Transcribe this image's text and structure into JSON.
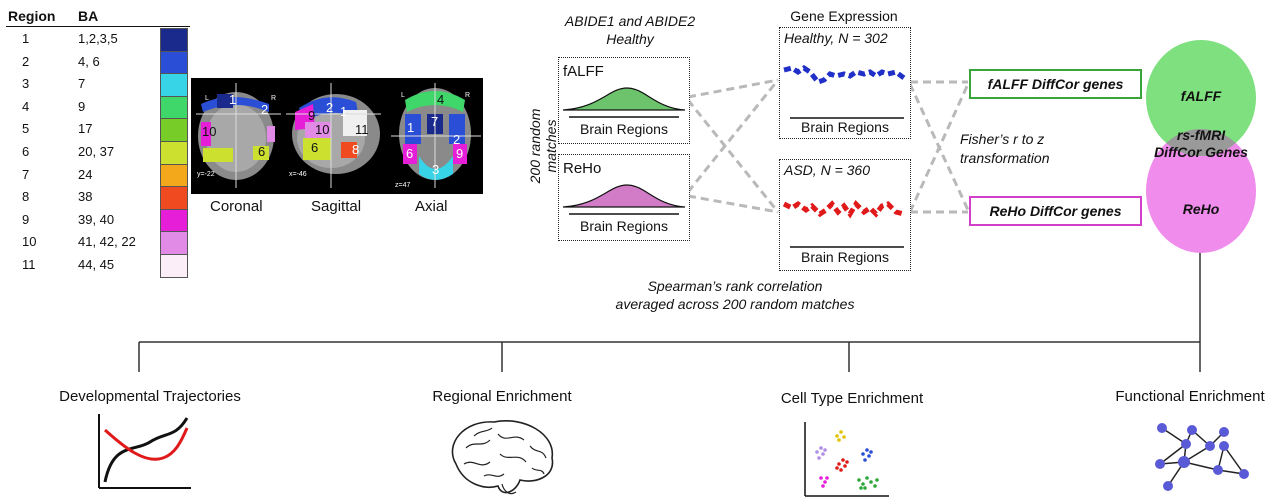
{
  "region_table": {
    "header_region": "Region",
    "header_ba": "BA",
    "rows": [
      {
        "region": "1",
        "ba": "1,2,3,5",
        "color": "#1a2a8c"
      },
      {
        "region": "2",
        "ba": "4, 6",
        "color": "#2a4fd6"
      },
      {
        "region": "3",
        "ba": "7",
        "color": "#36d4e6"
      },
      {
        "region": "4",
        "ba": "9",
        "color": "#3fd66a"
      },
      {
        "region": "5",
        "ba": "17",
        "color": "#78cc28"
      },
      {
        "region": "6",
        "ba": "20, 37",
        "color": "#cce030"
      },
      {
        "region": "7",
        "ba": "24",
        "color": "#f2a81a"
      },
      {
        "region": "8",
        "ba": "38",
        "color": "#ef4a20"
      },
      {
        "region": "9",
        "ba": "39, 40",
        "color": "#e61ed8"
      },
      {
        "region": "10",
        "ba": "41, 42, 22",
        "color": "#e28be6"
      },
      {
        "region": "11",
        "ba": "44, 45",
        "color": "#fbeef8"
      }
    ]
  },
  "brain_views": {
    "coronal": {
      "label": "Coronal",
      "coord": "y=-22",
      "orient_l": "L",
      "orient_r": "R",
      "numbers": [
        "1",
        "2",
        "10",
        "6"
      ]
    },
    "sagittal": {
      "label": "Sagittal",
      "coord": "x=-46",
      "numbers": [
        "9",
        "2",
        "1",
        "10",
        "11",
        "6",
        "8"
      ]
    },
    "axial": {
      "label": "Axial",
      "coord": "z=47",
      "orient_l": "L",
      "orient_r": "R",
      "numbers": [
        "4",
        "7",
        "1",
        "2",
        "6",
        "9",
        "3"
      ]
    }
  },
  "abide": {
    "line1": "ABIDE1 and ABIDE2",
    "line2": "Healthy"
  },
  "random_matches_label": "200 random matches",
  "falff_box": {
    "title": "fALFF",
    "axis": "Brain Regions",
    "fill": "#6cc36c"
  },
  "reho_box": {
    "title": "ReHo",
    "axis": "Brain Regions",
    "fill": "#d27bc6"
  },
  "gene_expression_title": "Gene Expression",
  "healthy_box": {
    "title": "Healthy, N = 302",
    "axis": "Brain Regions",
    "color": "#1f2fc8"
  },
  "asd_box": {
    "title": "ASD, N = 360",
    "axis": "Brain Regions",
    "color": "#e01a1a"
  },
  "spearman": {
    "line1": "Spearman’s rank correlation",
    "line2": "averaged across 200 random matches"
  },
  "fisher": {
    "line1": "Fisher’s r to z",
    "line2": "transformation"
  },
  "falff_genes": {
    "label": "fALFF DiffCor genes",
    "border": "#3aa33a"
  },
  "reho_genes": {
    "label": "ReHo DiffCor genes",
    "border": "#d23fc9"
  },
  "venn": {
    "top": "fALFF",
    "middle_1": "rs-fMRI",
    "middle_2": "DiffCor Genes",
    "bottom": "ReHo",
    "top_color": "#7ee07e",
    "bottom_color": "#f08cec",
    "overlap_color": "#9a9a9a"
  },
  "enrichment": [
    {
      "label": "Developmental Trajectories"
    },
    {
      "label": "Regional Enrichment"
    },
    {
      "label": "Cell Type Enrichment"
    },
    {
      "label": "Functional Enrichment"
    }
  ]
}
